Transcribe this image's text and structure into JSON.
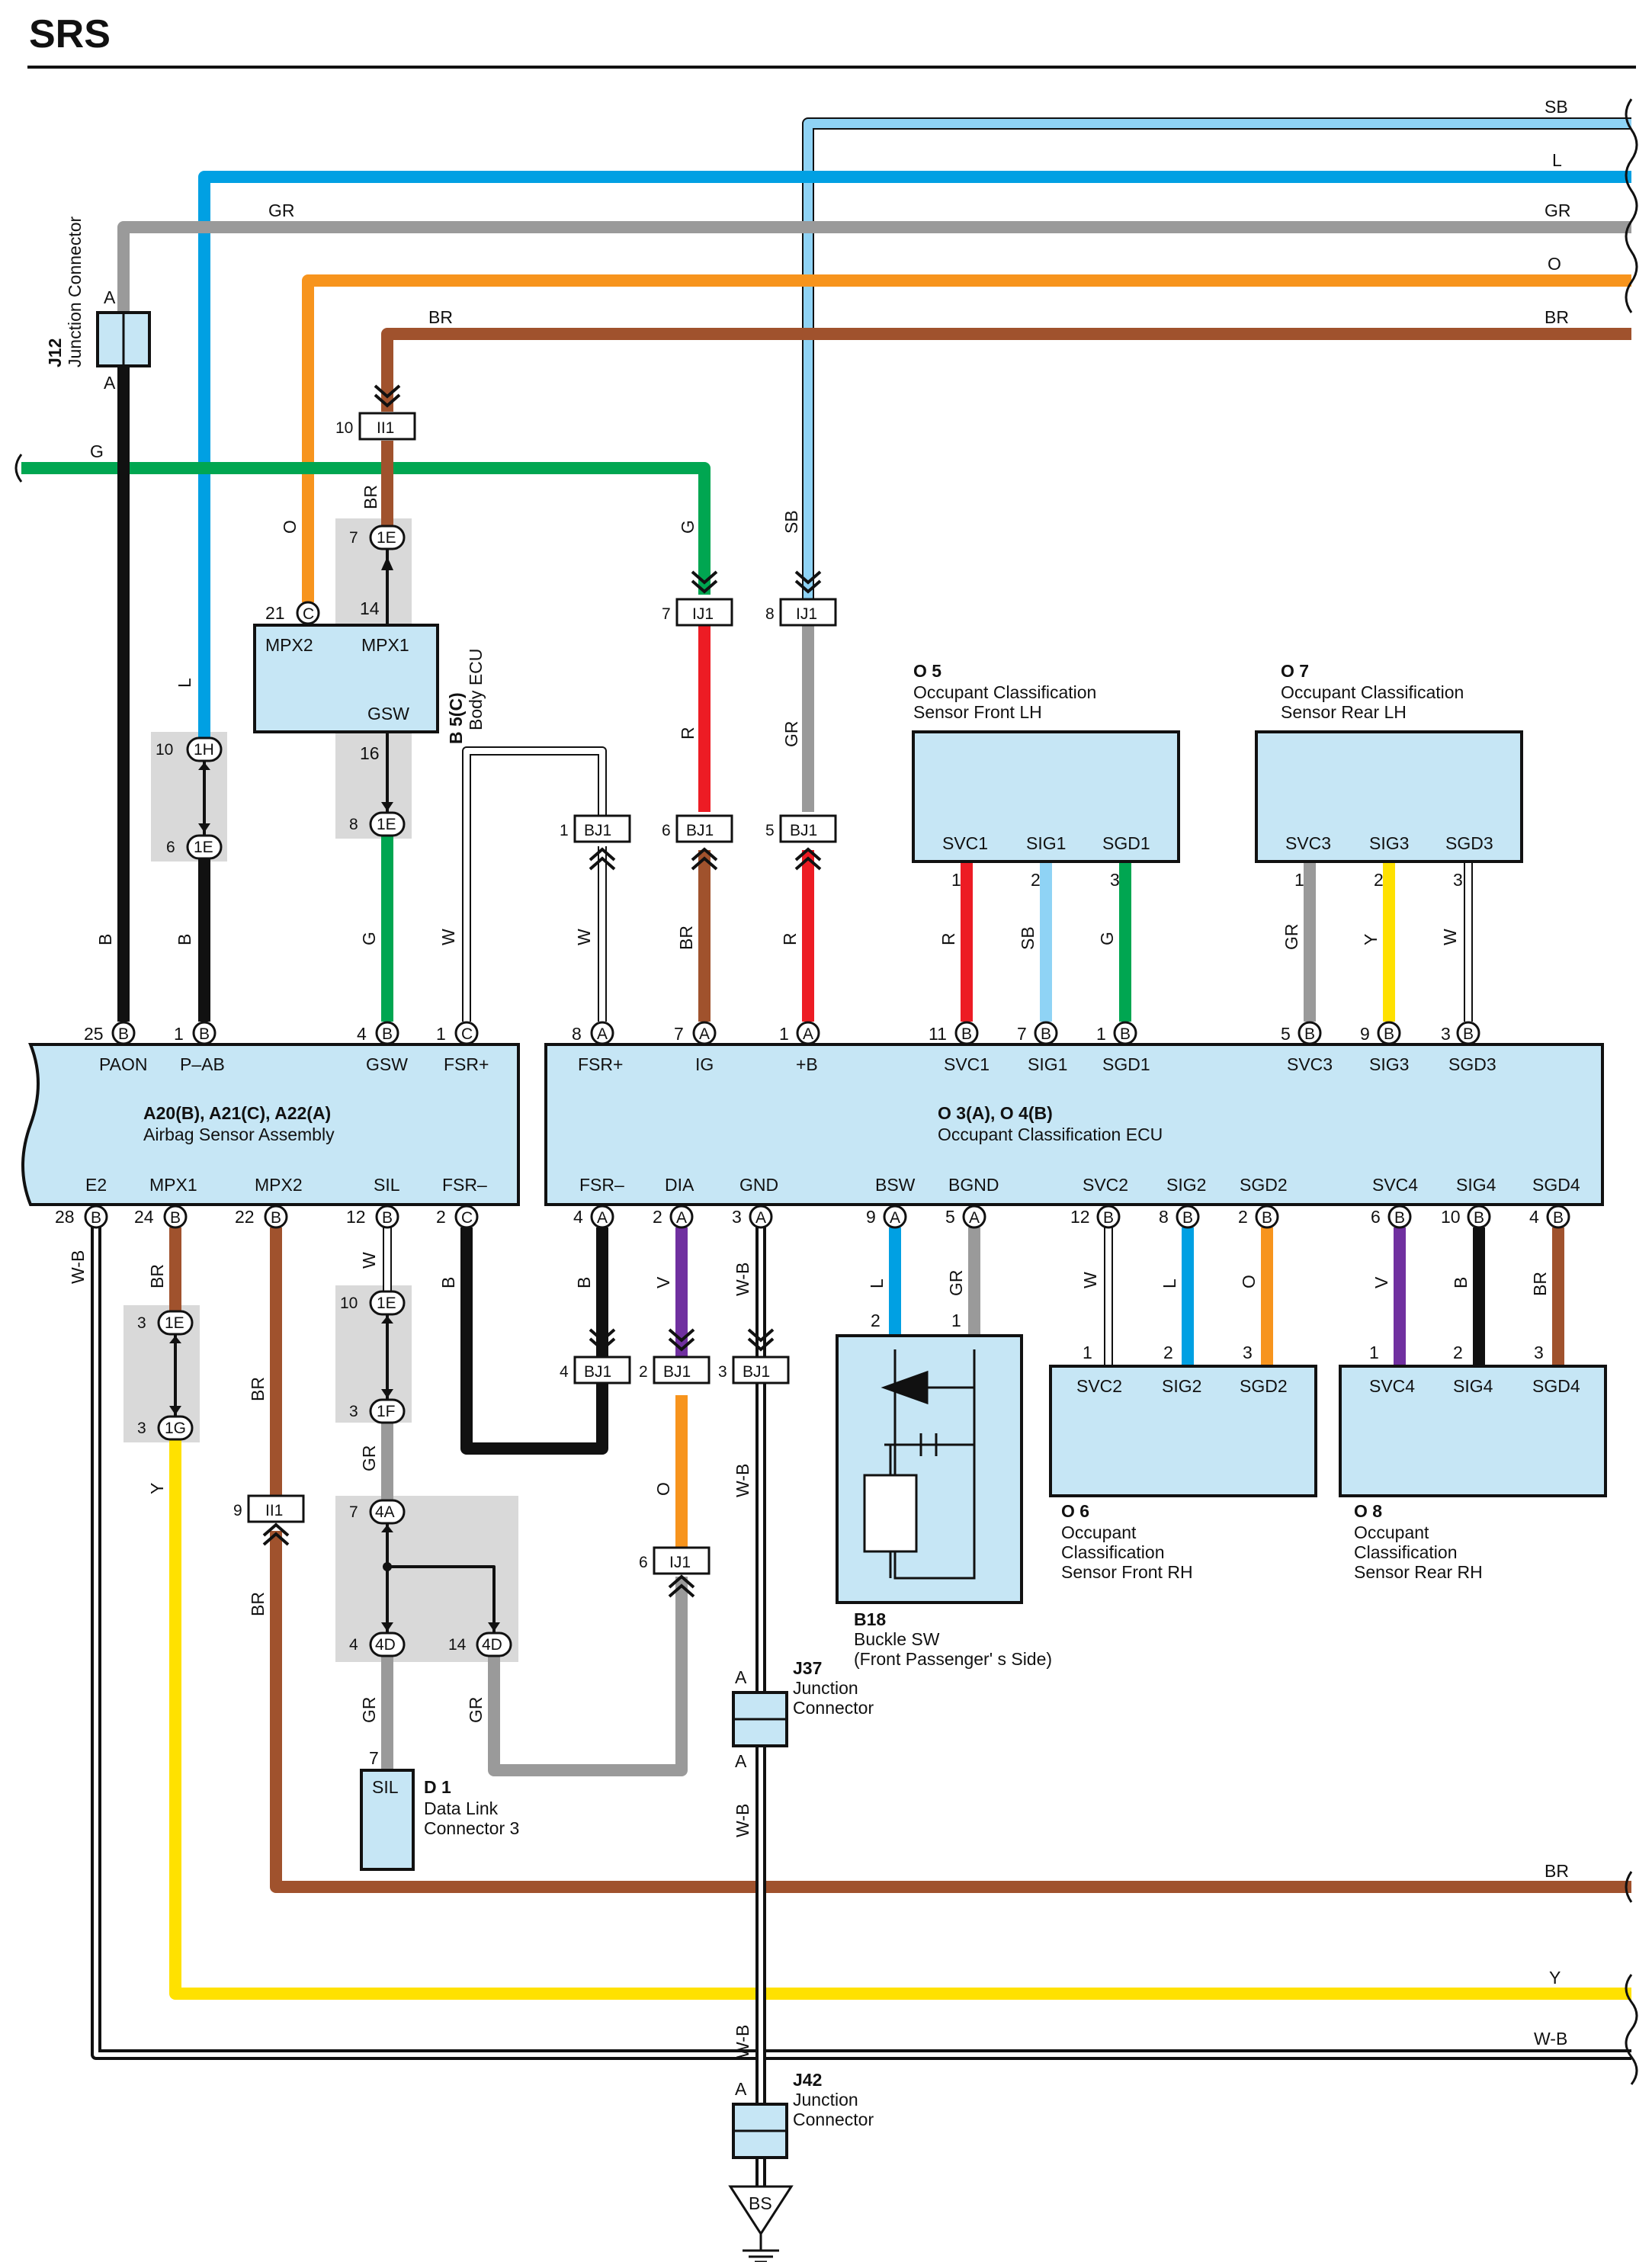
{
  "title": "SRS",
  "colors": {
    "SB": "#8fd3f5",
    "L": "#00a0e3",
    "GR": "#9a9a9a",
    "O": "#f7941d",
    "BR": "#a0522d",
    "G": "#00a651",
    "R": "#ed1c24",
    "B": "#111111",
    "Y": "#ffe100",
    "V": "#7030a0",
    "W": "#ffffff",
    "WB": "#111111"
  },
  "right_wire_labels": [
    "SB",
    "L",
    "GR",
    "O",
    "BR"
  ],
  "bottom_wire_labels": [
    "BR",
    "Y",
    "W-B"
  ],
  "left_wire_label": "G",
  "wire_labels": {
    "gr_top": "GR",
    "br_top": "BR",
    "o_vert": "O",
    "l_vert": "L",
    "sb_vert": "SB",
    "g_vert": "G",
    "r_vert": "R",
    "gr_vert": "GR",
    "br_vert2": "BR",
    "b1": "B",
    "b2": "B",
    "g2": "G",
    "w1": "W",
    "w2": "W",
    "br3": "BR",
    "r3": "R",
    "r_o5": "R",
    "sb_o5": "SB",
    "g_o5": "G",
    "gr_o7": "GR",
    "y_o7": "Y",
    "w_o7": "W",
    "wb_left": "W-B",
    "br_mpx1": "BR",
    "br_mpx2": "BR",
    "w_sil": "W",
    "b_fsr": "B",
    "b_fsrm": "B",
    "v_dia": "V",
    "wb_gnd": "W-B",
    "l_bsw": "L",
    "gr_bgnd": "GR",
    "w_svc2": "W",
    "l_sig2": "L",
    "o_sgd2": "O",
    "v_svc4": "V",
    "b_sig4": "B",
    "br_sgd4": "BR",
    "y_left": "Y",
    "br_left": "BR",
    "gr_sil": "GR",
    "gr_sil2": "GR",
    "gr_4d": "GR",
    "o_dia": "O",
    "wb_j37": "W-B",
    "wb_j37b": "W-B",
    "wb_j42": "W-B",
    "br_gsw": "BR"
  },
  "j12": {
    "id": "J12",
    "name": "Junction Connector",
    "pin_top": "A",
    "pin_bottom": "A"
  },
  "j37": {
    "id": "J37",
    "name1": "Junction",
    "name2": "Connector",
    "pin_top": "A",
    "pin_bottom": "A"
  },
  "j42": {
    "id": "J42",
    "name1": "Junction",
    "name2": "Connector",
    "pin_top": "A"
  },
  "ground": "BS",
  "body_ecu": {
    "id": "B 5(C)",
    "name": "Body ECU",
    "pins": [
      "MPX2",
      "MPX1",
      "GSW"
    ],
    "pin_nums": [
      "21",
      "14",
      "16"
    ],
    "pin_letter": "C"
  },
  "airbag": {
    "id": "A20(B), A21(C), A22(A)",
    "name": "Airbag Sensor Assembly",
    "top_pins": [
      {
        "num": "25",
        "letter": "B",
        "name": "PAON"
      },
      {
        "num": "1",
        "letter": "B",
        "name": "P–AB"
      },
      {
        "num": "4",
        "letter": "B",
        "name": "GSW"
      },
      {
        "num": "1",
        "letter": "C",
        "name": "FSR+"
      }
    ],
    "bottom_pins": [
      {
        "num": "28",
        "letter": "B",
        "name": "E2"
      },
      {
        "num": "24",
        "letter": "B",
        "name": "MPX1"
      },
      {
        "num": "22",
        "letter": "B",
        "name": "MPX2"
      },
      {
        "num": "12",
        "letter": "B",
        "name": "SIL"
      },
      {
        "num": "2",
        "letter": "C",
        "name": "FSR–"
      }
    ]
  },
  "occ_ecu": {
    "id": "O 3(A), O 4(B)",
    "name": "Occupant Classification ECU",
    "top_pins": [
      {
        "num": "8",
        "letter": "A",
        "name": "FSR+"
      },
      {
        "num": "7",
        "letter": "A",
        "name": "IG"
      },
      {
        "num": "1",
        "letter": "A",
        "name": "+B"
      },
      {
        "num": "11",
        "letter": "B",
        "name": "SVC1"
      },
      {
        "num": "7",
        "letter": "B",
        "name": "SIG1"
      },
      {
        "num": "1",
        "letter": "B",
        "name": "SGD1"
      },
      {
        "num": "5",
        "letter": "B",
        "name": "SVC3"
      },
      {
        "num": "9",
        "letter": "B",
        "name": "SIG3"
      },
      {
        "num": "3",
        "letter": "B",
        "name": "SGD3"
      }
    ],
    "bottom_pins": [
      {
        "num": "4",
        "letter": "A",
        "name": "FSR–"
      },
      {
        "num": "2",
        "letter": "A",
        "name": "DIA"
      },
      {
        "num": "3",
        "letter": "A",
        "name": "GND"
      },
      {
        "num": "9",
        "letter": "A",
        "name": "BSW"
      },
      {
        "num": "5",
        "letter": "A",
        "name": "BGND"
      },
      {
        "num": "12",
        "letter": "B",
        "name": "SVC2"
      },
      {
        "num": "8",
        "letter": "B",
        "name": "SIG2"
      },
      {
        "num": "2",
        "letter": "B",
        "name": "SGD2"
      },
      {
        "num": "6",
        "letter": "B",
        "name": "SVC4"
      },
      {
        "num": "10",
        "letter": "B",
        "name": "SIG4"
      },
      {
        "num": "4",
        "letter": "B",
        "name": "SGD4"
      }
    ]
  },
  "o5": {
    "id": "O 5",
    "name1": "Occupant Classification",
    "name2": "Sensor Front LH",
    "pins": [
      "SVC1",
      "SIG1",
      "SGD1"
    ],
    "nums": [
      "1",
      "2",
      "3"
    ]
  },
  "o7": {
    "id": "O 7",
    "name1": "Occupant Classification",
    "name2": "Sensor Rear LH",
    "pins": [
      "SVC3",
      "SIG3",
      "SGD3"
    ],
    "nums": [
      "1",
      "2",
      "3"
    ]
  },
  "o6": {
    "id": "O 6",
    "name1": "Occupant",
    "name2": "Classification",
    "name3": "Sensor Front RH",
    "pins": [
      "SVC2",
      "SIG2",
      "SGD2"
    ],
    "nums": [
      "1",
      "2",
      "3"
    ]
  },
  "o8": {
    "id": "O 8",
    "name1": "Occupant",
    "name2": "Classification",
    "name3": "Sensor Rear RH",
    "pins": [
      "SVC4",
      "SIG4",
      "SGD4"
    ],
    "nums": [
      "1",
      "2",
      "3"
    ]
  },
  "b18": {
    "id": "B18",
    "name1": "Buckle SW",
    "name2": "(Front Passenger' s Side)",
    "nums": [
      "2",
      "1"
    ]
  },
  "d1": {
    "id": "D 1",
    "name1": "Data Link",
    "name2": "Connector 3",
    "pin": "SIL",
    "num": "7"
  },
  "connectors": {
    "ii1_top": {
      "num": "10",
      "name": "II1"
    },
    "ij1_g": {
      "num": "7",
      "name": "IJ1"
    },
    "ij1_sb": {
      "num": "8",
      "name": "IJ1"
    },
    "bj1_w": {
      "num": "1",
      "name": "BJ1"
    },
    "bj1_br": {
      "num": "6",
      "name": "BJ1"
    },
    "bj1_r": {
      "num": "5",
      "name": "BJ1"
    },
    "bj1_b": {
      "num": "4",
      "name": "BJ1"
    },
    "bj1_v": {
      "num": "2",
      "name": "BJ1"
    },
    "bj1_wb": {
      "num": "3",
      "name": "BJ1"
    },
    "ij1_o": {
      "num": "6",
      "name": "IJ1"
    },
    "ii1_br": {
      "num": "9",
      "name": "II1"
    }
  },
  "ovals": {
    "e7": {
      "num": "7",
      "name": "1E"
    },
    "h10": {
      "num": "10",
      "name": "1H"
    },
    "e6": {
      "num": "6",
      "name": "1E"
    },
    "e8": {
      "num": "8",
      "name": "1E"
    },
    "e3": {
      "num": "3",
      "name": "1E"
    },
    "g3": {
      "num": "3",
      "name": "1G"
    },
    "e10": {
      "num": "10",
      "name": "1E"
    },
    "f3": {
      "num": "3",
      "name": "1F"
    },
    "a7": {
      "num": "7",
      "name": "4A"
    },
    "d4": {
      "num": "4",
      "name": "4D"
    },
    "d14": {
      "num": "14",
      "name": "4D"
    }
  }
}
